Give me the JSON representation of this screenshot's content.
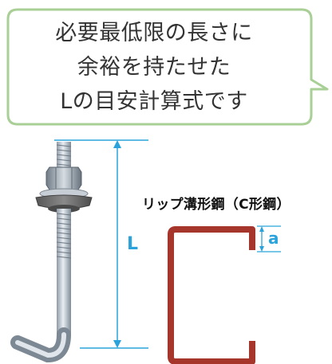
{
  "callout": {
    "lines": [
      "必要最低限の長さに",
      "余裕を持たせた",
      "Lの目安計算式です"
    ]
  },
  "bolt": {
    "dimension_label": "L"
  },
  "steel": {
    "title": "リップ溝形鋼（C形鋼）",
    "lip_label": "a"
  },
  "colors": {
    "bubble_border": "#a8cf95",
    "dimension_line": "#2aa3dc",
    "steel_section": "#a6352c",
    "bolt_metal": "#b9c3cc"
  }
}
